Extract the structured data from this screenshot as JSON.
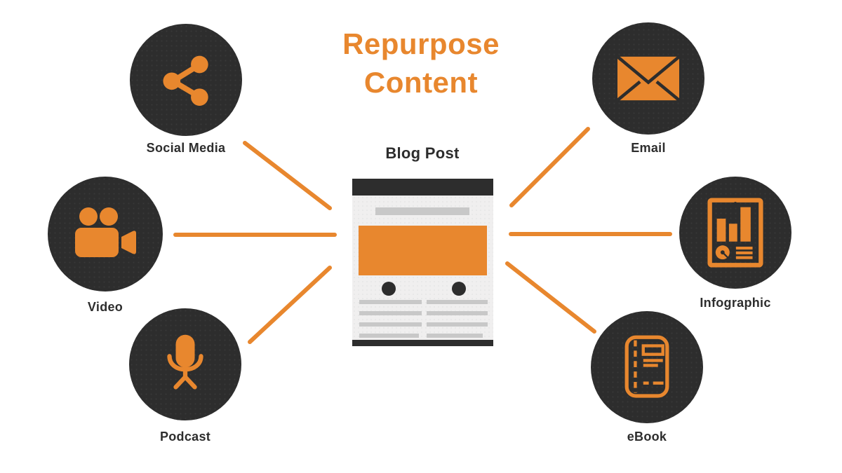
{
  "title": "Repurpose Content",
  "center": {
    "label": "Blog Post",
    "depicts": "webpage-mockup-with-header-hero-and-two-text-columns"
  },
  "nodes": [
    {
      "label": "Social Media",
      "icon": "share-icon"
    },
    {
      "label": "Video",
      "icon": "video-camera-icon"
    },
    {
      "label": "Podcast",
      "icon": "microphone-icon"
    },
    {
      "label": "Email",
      "icon": "envelope-icon"
    },
    {
      "label": "Infographic",
      "icon": "chart-poster-icon"
    },
    {
      "label": "eBook",
      "icon": "book-icon"
    }
  ],
  "connections": [
    "social-media-to-blog-post",
    "video-to-blog-post",
    "podcast-to-blog-post",
    "blog-post-to-email",
    "blog-post-to-infographic",
    "blog-post-to-ebook"
  ],
  "colors": {
    "accent": "#E8872E",
    "dark": "#2D2D2D",
    "card_body": "#F0EFEF",
    "placeholder_gray": "#C8C8C8",
    "background": "#FFFFFF"
  }
}
